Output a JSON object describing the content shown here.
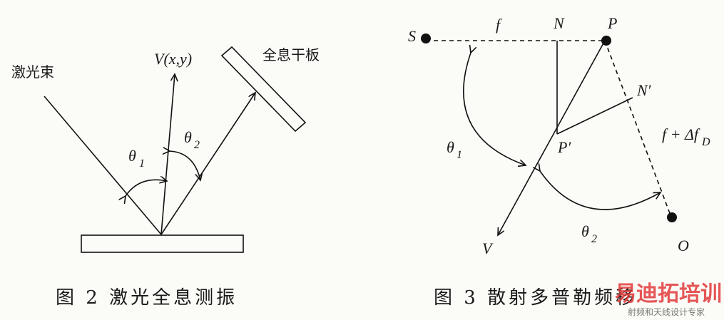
{
  "figure2": {
    "beam_label": "激光束",
    "velocity_label": "V(x,y)",
    "plate_label": "全息干板",
    "theta1": "θ",
    "theta1_sub": "1",
    "theta2": "θ",
    "theta2_sub": "2",
    "caption": "图 2   激光全息测振"
  },
  "figure3": {
    "S": "S",
    "f": "f",
    "N": "N",
    "P": "P",
    "N_prime": "N′",
    "P_prime": "P′",
    "shift": "f + Δf",
    "shift_sub": "D",
    "theta1": "θ",
    "theta1_sub": "1",
    "theta2": "θ",
    "theta2_sub": "2",
    "V": "V",
    "O": "O",
    "caption": "图 3   散射多普勒频移"
  },
  "watermark": {
    "title": "易迪拓培训",
    "subtitle": "射频和天线设计专家"
  }
}
